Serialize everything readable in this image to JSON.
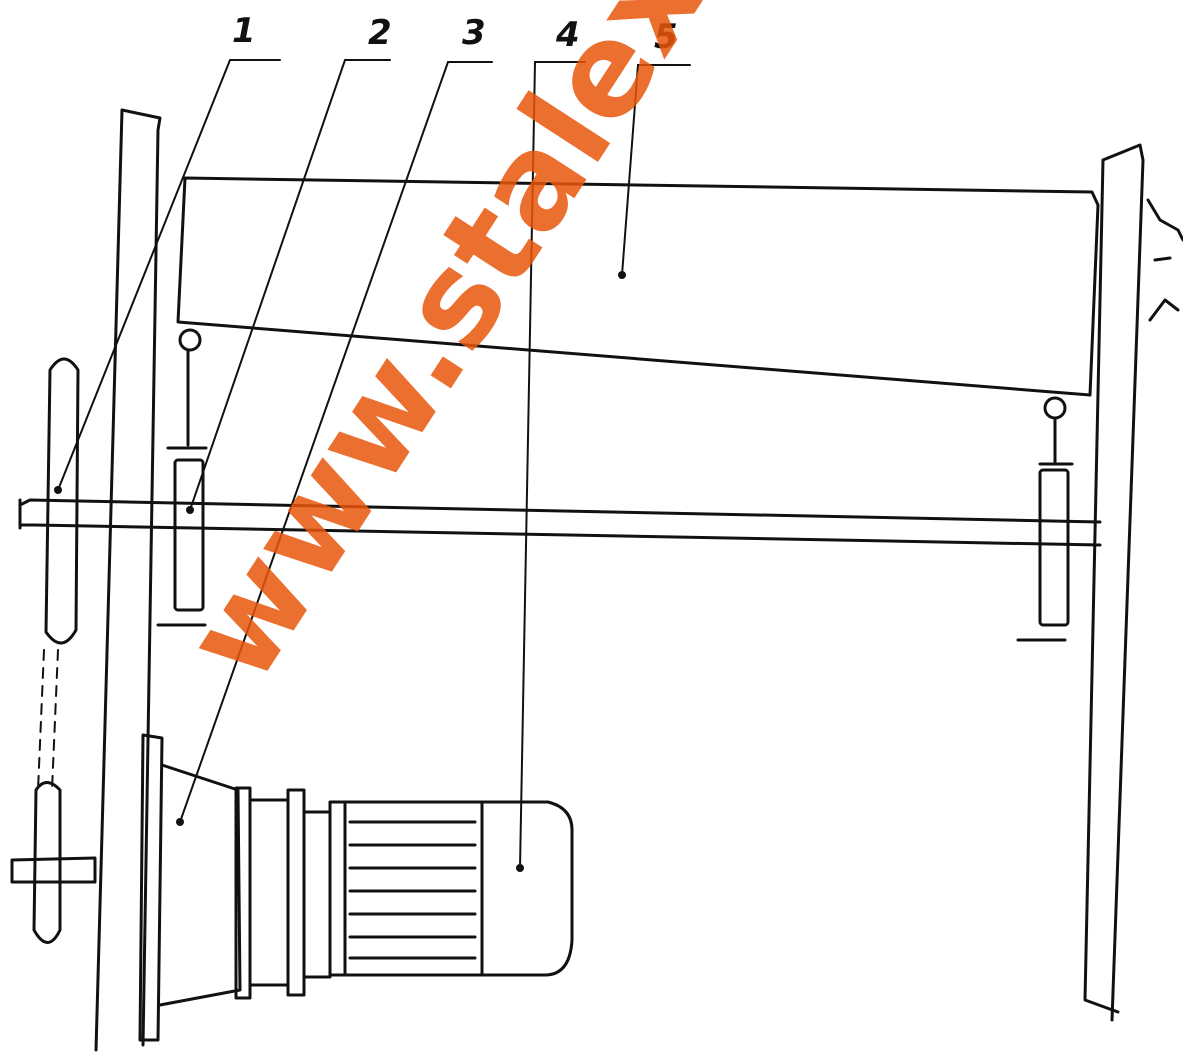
{
  "watermark": "www.stalex.",
  "labels": [
    {
      "id": "1",
      "text": "1"
    },
    {
      "id": "2",
      "text": "2"
    },
    {
      "id": "3",
      "text": "3"
    },
    {
      "id": "4",
      "text": "4"
    },
    {
      "id": "5",
      "text": "5"
    }
  ],
  "colors": {
    "ink": "#111111",
    "watermark": "#e8560a",
    "background": "#ffffff"
  }
}
